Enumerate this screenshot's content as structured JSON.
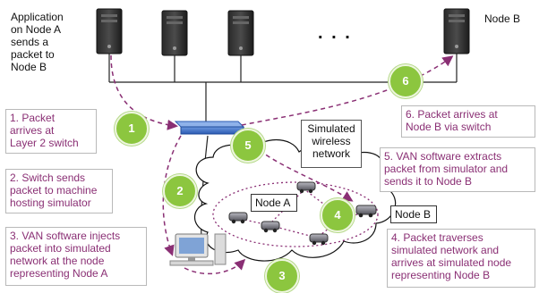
{
  "texts": {
    "app_on_node_a": "Application\non Node A\nsends a\npacket to\nNode B",
    "node_b_top": "Node B",
    "ellipsis": ". . .",
    "simulated_network": "Simulated\nwireless\nnetwork",
    "node_a_box": "Node A",
    "node_b_box": "Node B"
  },
  "steps": {
    "step1": "1. Packet\narrives at\nLayer 2 switch",
    "step2": "2. Switch sends\npacket to machine\nhosting simulator",
    "step3": "3. VAN software injects\npacket into simulated\nnetwork at the node\nrepresenting Node A",
    "step4": "4. Packet traverses\nsimulated network and\narrives at simulated node\nrepresenting Node B",
    "step5": "5. VAN software extracts\npacket from simulator and\nsends it to Node B",
    "step6": "6. Packet arrives at\nNode B via switch"
  },
  "badges": [
    "1",
    "2",
    "3",
    "4",
    "5",
    "6"
  ],
  "colors": {
    "badge": "#8cc63f",
    "path": "#8a2f74",
    "step_text": "#8a2f74",
    "switch": "#3b6fc4"
  }
}
